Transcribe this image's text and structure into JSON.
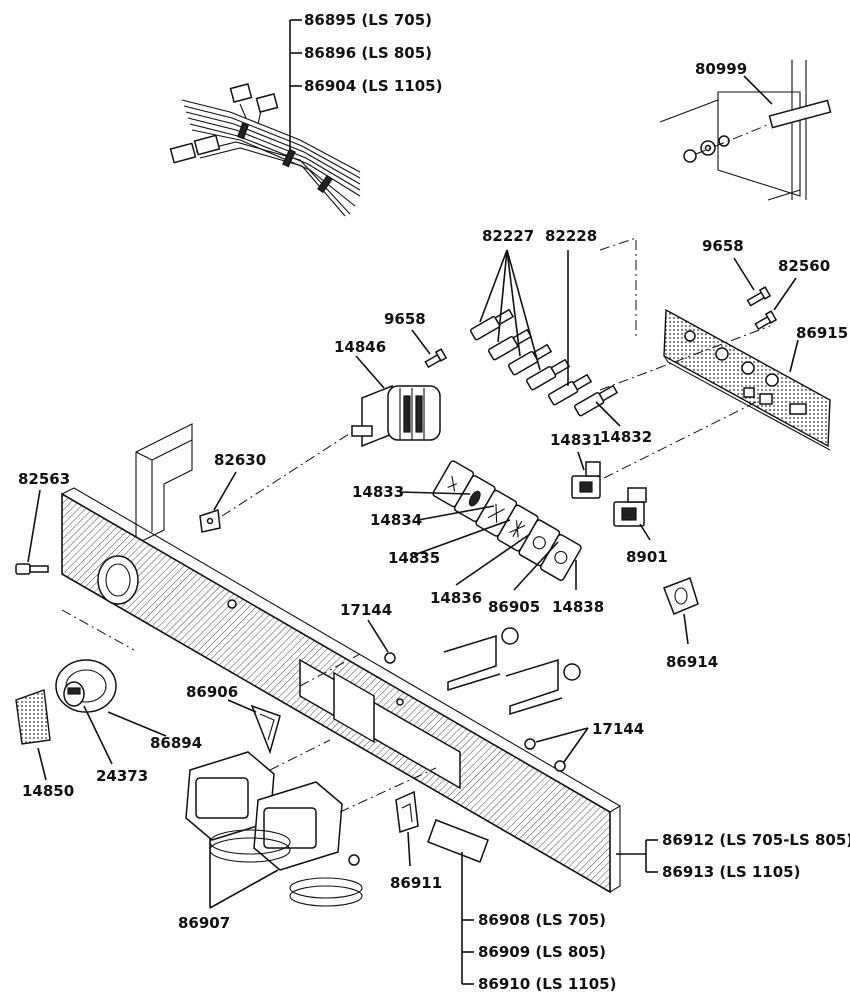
{
  "labels": {
    "harness_705": "86895 (LS 705)",
    "harness_805": "86896 (LS 805)",
    "harness_1105": "86904 (LS 1105)",
    "mount_kit": "80999",
    "lamp_set": "82227",
    "lamp_single": "82228",
    "screw_right": "9658",
    "screw_right_b": "82560",
    "rear_plate": "86915",
    "screw_switch": "9658",
    "rotary_switch": "14846",
    "bracket_clip": "82630",
    "panel_screw": "82563",
    "lens_14833": "14833",
    "lens_14834": "14834",
    "lens_14835": "14835",
    "lens_14836": "14836",
    "lens_holder": "86905",
    "lens_14838": "14838",
    "switch_14831": "14831",
    "switch_8901": "8901",
    "lens_14832": "14832",
    "bezel_86914": "86914",
    "nut_upper": "17144",
    "nut_lower": "17144",
    "indicator_86906": "86906",
    "knob_ring": "86894",
    "knob": "14850",
    "knob_insert": "24373",
    "gauge": "86907",
    "indicator_86911": "86911",
    "panel_705_805": "86912 (LS 705-LS 805)",
    "panel_1105": "86913 (LS 1105)",
    "plate_705": "86908 (LS 705)",
    "plate_805": "86909 (LS 805)",
    "plate_1105": "86910 (LS 1105)"
  },
  "colors": {
    "ink": "#111111",
    "paper": "#ffffff"
  }
}
